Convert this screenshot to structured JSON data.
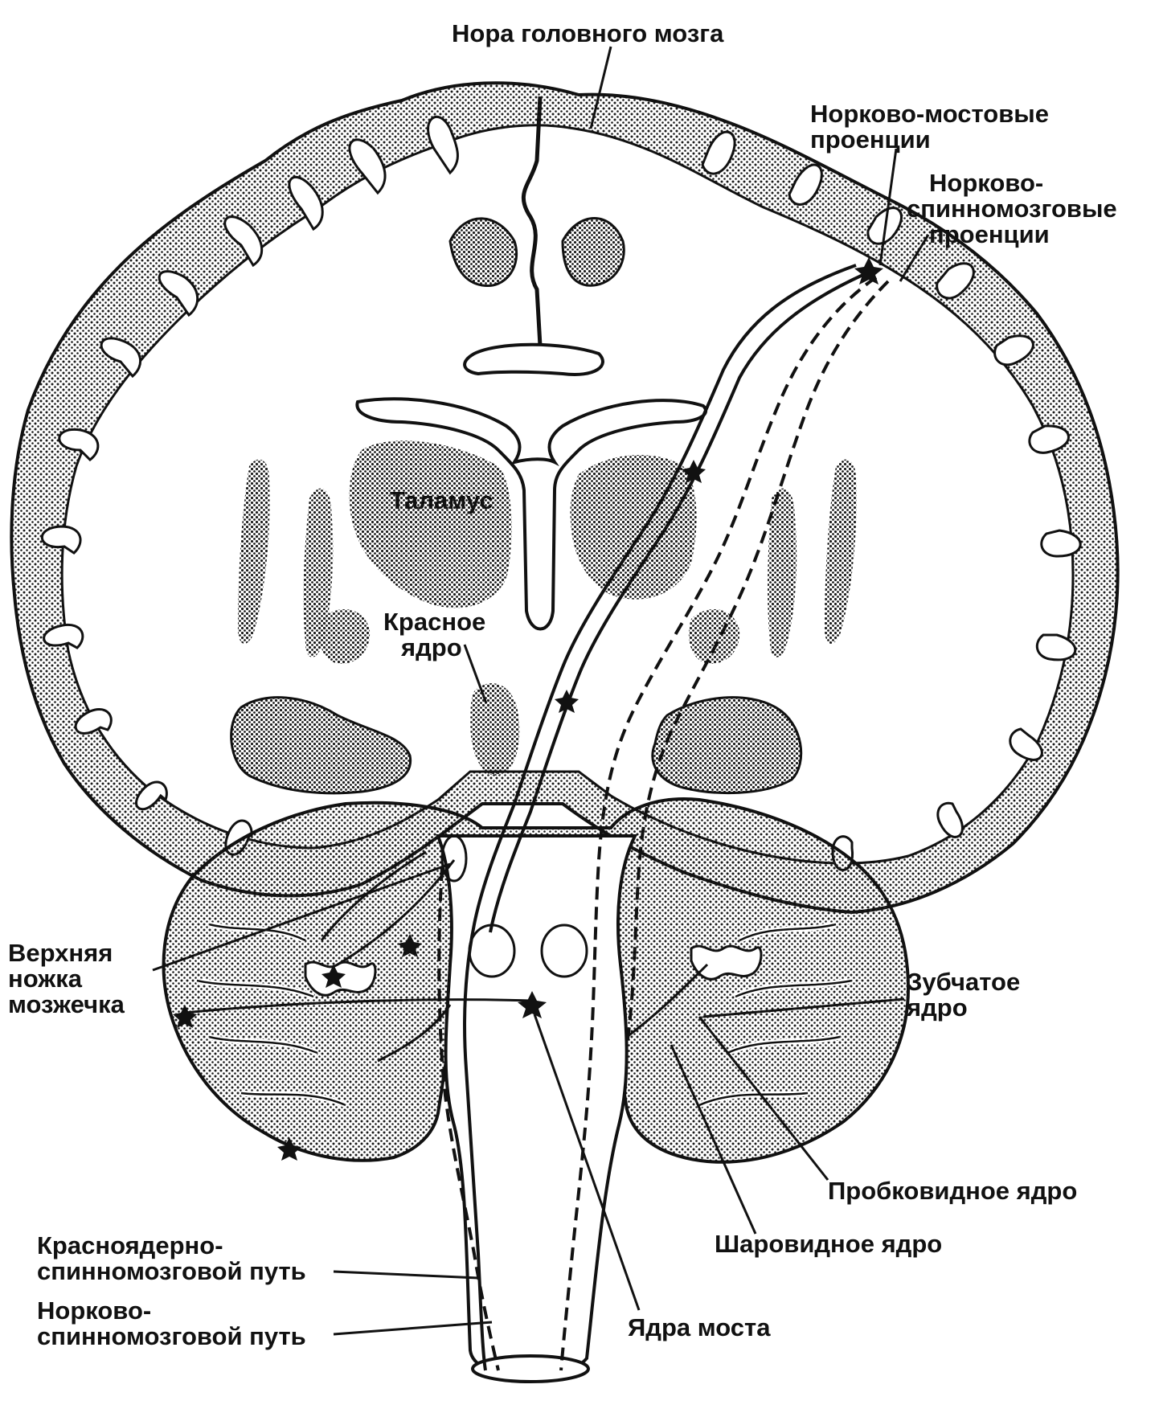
{
  "colors": {
    "ink": "#111111",
    "stipple": "#1a1a1a",
    "paper": "#ffffff"
  },
  "labels": {
    "cortex": "Нора головного мозга",
    "cortico_pontine_1": "Норково-мостовые",
    "cortico_pontine_2": "проенции",
    "cortico_spinal_proj_1": "Норково-",
    "cortico_spinal_proj_2": "спинномозговые",
    "cortico_spinal_proj_3": "проенции",
    "thalamus": "Таламус",
    "red_nucleus_1": "Красное",
    "red_nucleus_2": "ядро",
    "sup_peduncle_1": "Верхняя",
    "sup_peduncle_2": "ножка",
    "sup_peduncle_3": "мозжечка",
    "dentate_1": "Зубчатое",
    "dentate_2": "ядро",
    "emboliform": "Пробковидное ядро",
    "globose": "Шаровидное ядро",
    "rubrospinal_1": "Красноядерно-",
    "rubrospinal_2": "спинномозговой путь",
    "corticospinal_1": "Норково-",
    "corticospinal_2": "спинномозговой путь",
    "pontine_nuclei": "Ядра моста"
  }
}
